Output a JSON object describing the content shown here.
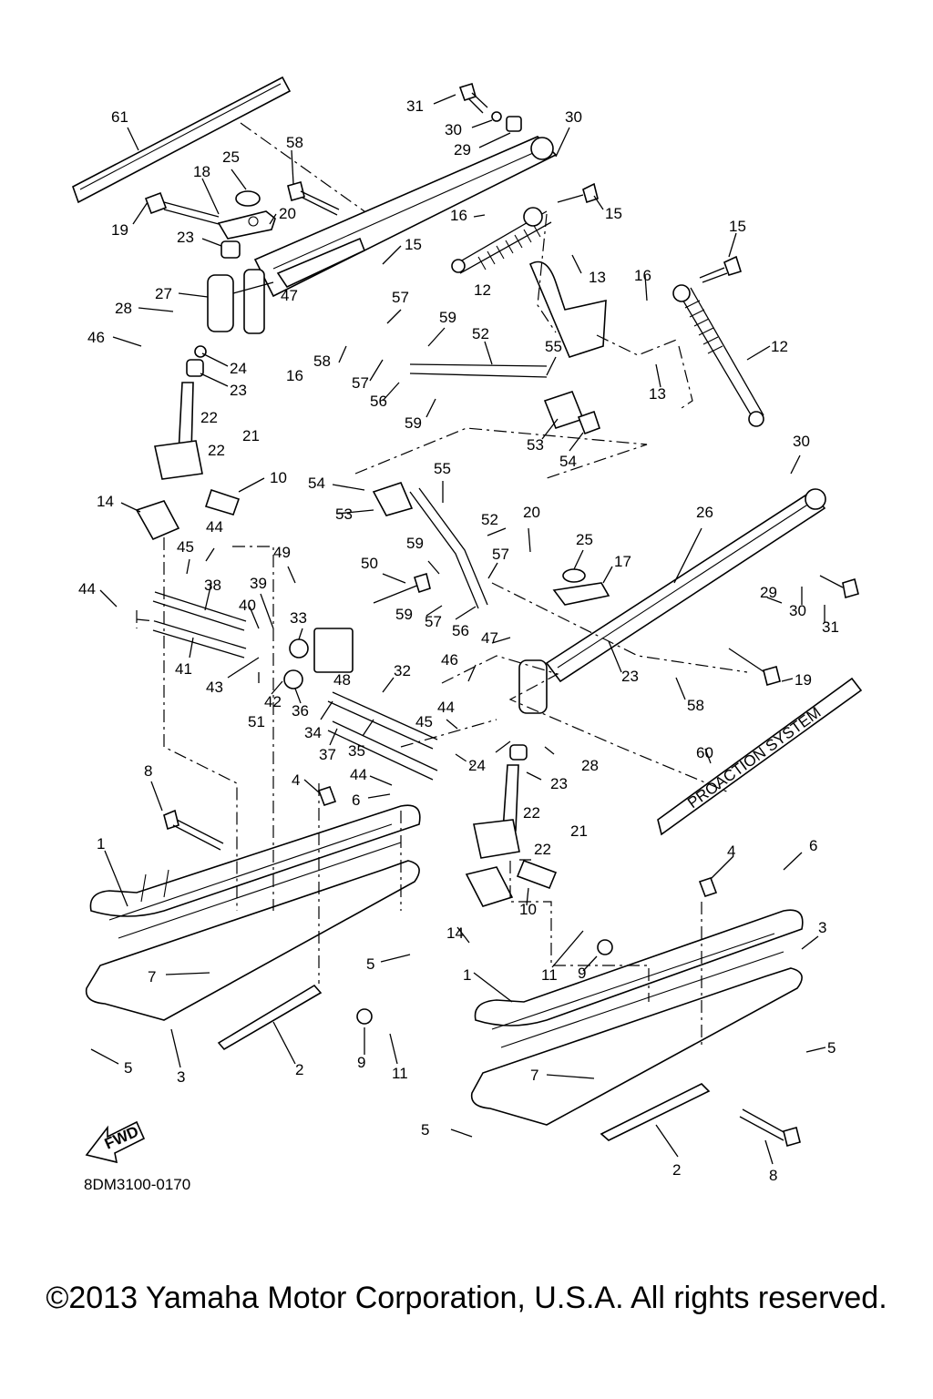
{
  "diagram": {
    "drawing_code": "8DM3100-0170",
    "fwd_label": "FWD",
    "decal_text": "PROACTION SYSTEM",
    "callouts": [
      "1",
      "2",
      "3",
      "4",
      "5",
      "6",
      "7",
      "8",
      "9",
      "10",
      "11",
      "12",
      "13",
      "14",
      "15",
      "16",
      "17",
      "18",
      "19",
      "20",
      "21",
      "22",
      "23",
      "24",
      "25",
      "26",
      "27",
      "28",
      "29",
      "30",
      "31",
      "32",
      "33",
      "34",
      "35",
      "36",
      "37",
      "38",
      "39",
      "40",
      "41",
      "42",
      "43",
      "44",
      "45",
      "46",
      "47",
      "48",
      "49",
      "50",
      "51",
      "52",
      "53",
      "54",
      "55",
      "56",
      "57",
      "58",
      "59",
      "60",
      "61"
    ]
  },
  "footer": {
    "copyright": "©2013 Yamaha Motor Corporation, U.S.A. All rights reserved."
  }
}
